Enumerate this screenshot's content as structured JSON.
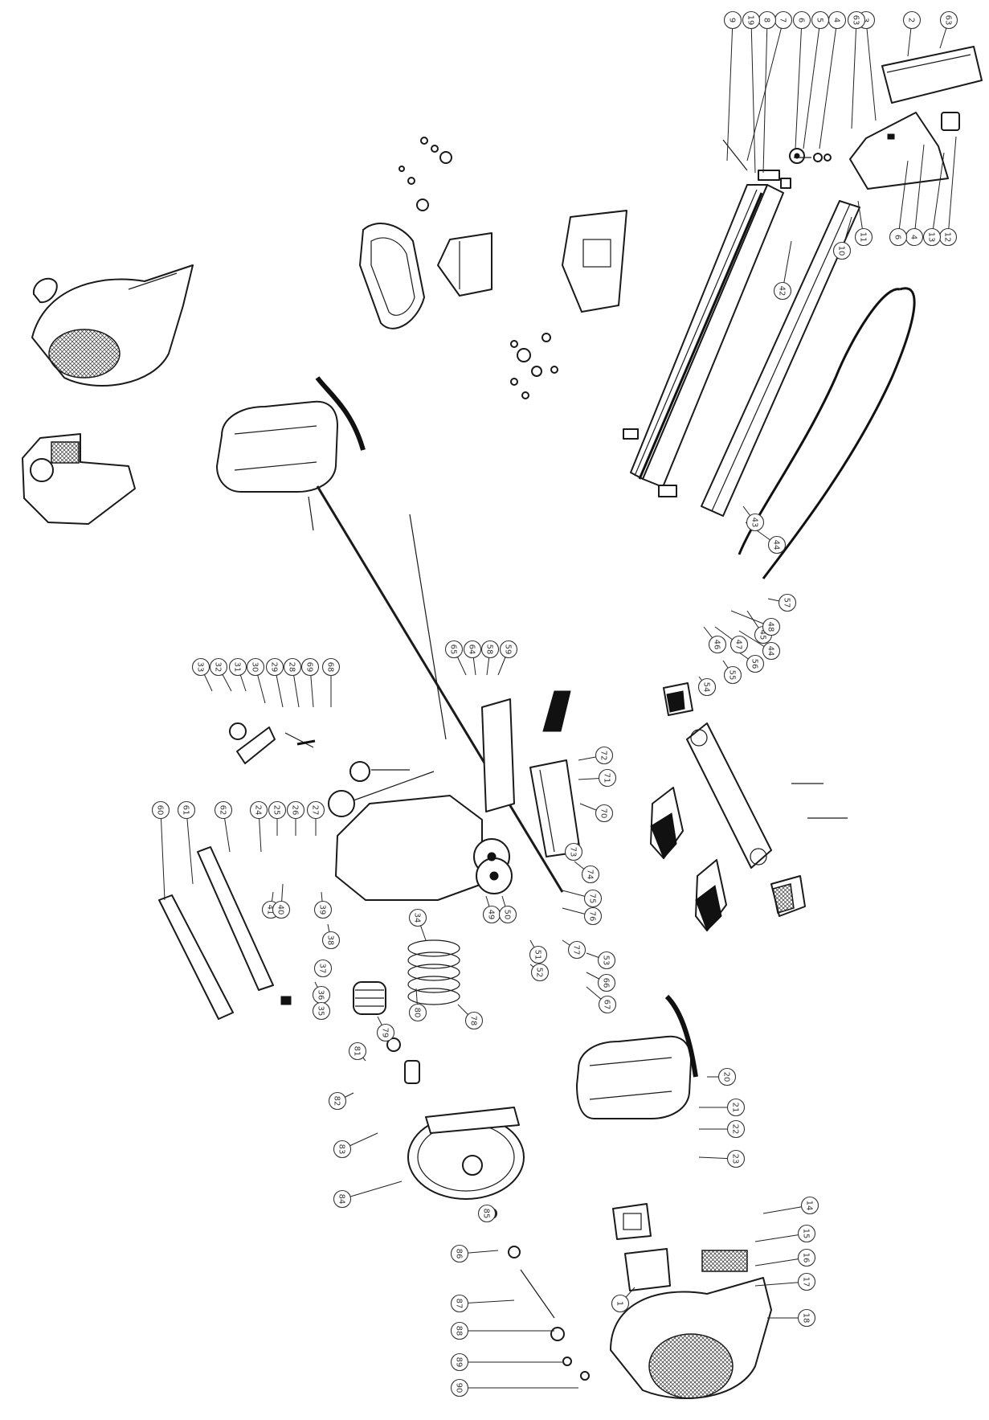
{
  "callouts": [
    {
      "id": "c1",
      "label": "63"
    },
    {
      "id": "c2",
      "label": "2"
    },
    {
      "id": "c3",
      "label": "3"
    },
    {
      "id": "c4",
      "label": "63"
    },
    {
      "id": "c5",
      "label": "4"
    },
    {
      "id": "c6",
      "label": "5"
    },
    {
      "id": "c7",
      "label": "6"
    },
    {
      "id": "c8",
      "label": "7"
    },
    {
      "id": "c9",
      "label": "8"
    },
    {
      "id": "c10",
      "label": "19"
    },
    {
      "id": "c11",
      "label": "9"
    },
    {
      "id": "c12",
      "label": "12"
    },
    {
      "id": "c13",
      "label": "13"
    },
    {
      "id": "c14",
      "label": "4"
    },
    {
      "id": "c15",
      "label": "6"
    },
    {
      "id": "c16",
      "label": "11"
    },
    {
      "id": "c17",
      "label": "10"
    },
    {
      "id": "c18",
      "label": "42"
    },
    {
      "id": "c19",
      "label": "43"
    },
    {
      "id": "c20",
      "label": "44"
    },
    {
      "id": "c21",
      "label": "45"
    },
    {
      "id": "c22",
      "label": "44"
    },
    {
      "id": "c23",
      "label": "48"
    },
    {
      "id": "c24",
      "label": "47"
    },
    {
      "id": "c25",
      "label": "46"
    },
    {
      "id": "c26",
      "label": "57"
    },
    {
      "id": "c27",
      "label": "56"
    },
    {
      "id": "c28",
      "label": "55"
    },
    {
      "id": "c29",
      "label": "54"
    },
    {
      "id": "c30",
      "label": "33"
    },
    {
      "id": "c31",
      "label": "32"
    },
    {
      "id": "c32",
      "label": "31"
    },
    {
      "id": "c33",
      "label": "30"
    },
    {
      "id": "c34",
      "label": "29"
    },
    {
      "id": "c35",
      "label": "28"
    },
    {
      "id": "c36",
      "label": "69"
    },
    {
      "id": "c37",
      "label": "68"
    },
    {
      "id": "c38",
      "label": "65"
    },
    {
      "id": "c39",
      "label": "64"
    },
    {
      "id": "c40",
      "label": "58"
    },
    {
      "id": "c41",
      "label": "59"
    },
    {
      "id": "c42",
      "label": "60"
    },
    {
      "id": "c43",
      "label": "61"
    },
    {
      "id": "c44",
      "label": "62"
    },
    {
      "id": "c45",
      "label": "24"
    },
    {
      "id": "c46",
      "label": "25"
    },
    {
      "id": "c47",
      "label": "26"
    },
    {
      "id": "c48",
      "label": "27"
    },
    {
      "id": "c49",
      "label": "41"
    },
    {
      "id": "c50",
      "label": "40"
    },
    {
      "id": "c51",
      "label": "39"
    },
    {
      "id": "c52",
      "label": "38"
    },
    {
      "id": "c53",
      "label": "37"
    },
    {
      "id": "c54",
      "label": "36"
    },
    {
      "id": "c55",
      "label": "35"
    },
    {
      "id": "c56",
      "label": "34"
    },
    {
      "id": "c57",
      "label": "49"
    },
    {
      "id": "c58",
      "label": "50"
    },
    {
      "id": "c59",
      "label": "51"
    },
    {
      "id": "c60",
      "label": "52"
    },
    {
      "id": "c61",
      "label": "53"
    },
    {
      "id": "c62",
      "label": "66"
    },
    {
      "id": "c63",
      "label": "67"
    },
    {
      "id": "c64",
      "label": "70"
    },
    {
      "id": "c65",
      "label": "71"
    },
    {
      "id": "c66",
      "label": "72"
    },
    {
      "id": "c67",
      "label": "73"
    },
    {
      "id": "c68",
      "label": "74"
    },
    {
      "id": "c69",
      "label": "75"
    },
    {
      "id": "c70",
      "label": "76"
    },
    {
      "id": "c71",
      "label": "77"
    },
    {
      "id": "c72",
      "label": "78"
    },
    {
      "id": "c73",
      "label": "79"
    },
    {
      "id": "c74",
      "label": "80"
    },
    {
      "id": "c75",
      "label": "81"
    },
    {
      "id": "c76",
      "label": "82"
    },
    {
      "id": "c77",
      "label": "83"
    },
    {
      "id": "c78",
      "label": "84"
    },
    {
      "id": "c79",
      "label": "85"
    },
    {
      "id": "c80",
      "label": "86"
    },
    {
      "id": "c81",
      "label": "87"
    },
    {
      "id": "c82",
      "label": "88"
    },
    {
      "id": "c83",
      "label": "89"
    },
    {
      "id": "c84",
      "label": "90"
    },
    {
      "id": "c85",
      "label": "14"
    },
    {
      "id": "c86",
      "label": "15"
    },
    {
      "id": "c87",
      "label": "16"
    },
    {
      "id": "c88",
      "label": "17"
    },
    {
      "id": "c89",
      "label": "18"
    },
    {
      "id": "c90",
      "label": "20"
    },
    {
      "id": "c91",
      "label": "21"
    },
    {
      "id": "c92",
      "label": "22"
    },
    {
      "id": "c93",
      "label": "23"
    },
    {
      "id": "c94",
      "label": "1"
    }
  ]
}
